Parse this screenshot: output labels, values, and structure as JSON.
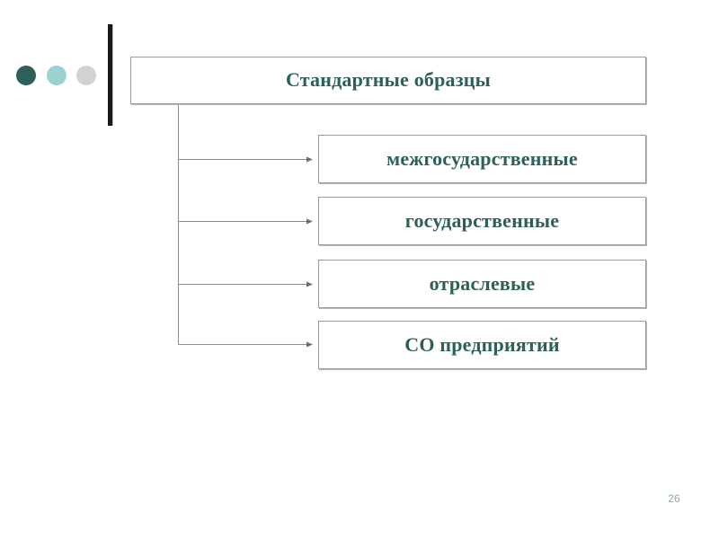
{
  "slide": {
    "page_number": "26",
    "background_color": "#ffffff"
  },
  "decoration": {
    "dots": [
      {
        "name": "dot-dark-teal",
        "color": "#2d5f5c"
      },
      {
        "name": "dot-light-teal",
        "color": "#9cd3d2"
      },
      {
        "name": "dot-gray",
        "color": "#d2d2d2"
      }
    ],
    "vertical_bar_color": "#1a1a1a"
  },
  "diagram": {
    "type": "hierarchy",
    "text_color": "#2d6059",
    "border_color": "#9a9a9a",
    "connector_color": "#8c8c8c",
    "root": {
      "label": "Стандартные образцы"
    },
    "children": [
      {
        "label": "межгосударственные"
      },
      {
        "label": "государственные"
      },
      {
        "label": "отраслевые"
      },
      {
        "label": "СО предприятий"
      }
    ]
  }
}
